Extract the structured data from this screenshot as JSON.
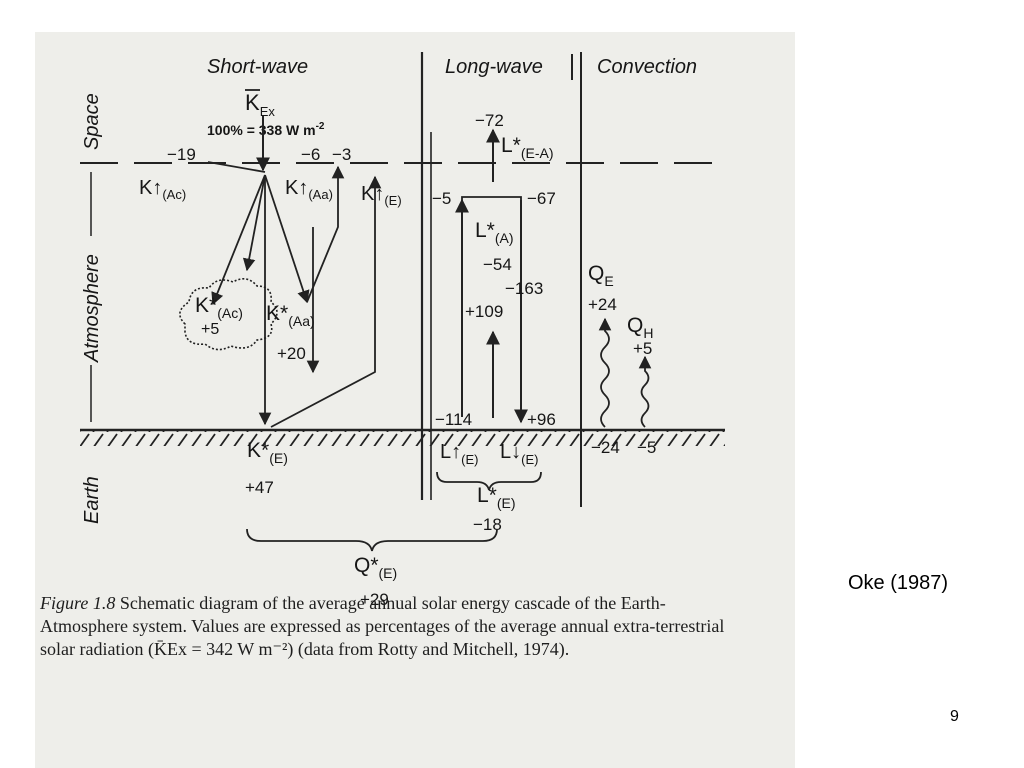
{
  "headers": {
    "shortwave": "Short-wave",
    "longwave": "Long-wave",
    "convection": "Convection"
  },
  "zones": {
    "space": "Space",
    "atmosphere": "Atmosphere",
    "earth": "Earth"
  },
  "incoming": {
    "symbol": "K",
    "subscript": "Ex",
    "definition": "100% = 338 W m",
    "exponent": "-2"
  },
  "shortwave": {
    "k_up_ac": {
      "symbol": "K↑",
      "subscript": "(Ac)",
      "value": "−19"
    },
    "k_up_aa": {
      "symbol": "K↑",
      "subscript": "(Aa)",
      "value": "−6"
    },
    "k_up_e": {
      "symbol": "K↑",
      "subscript": "(E)",
      "value": "−3"
    },
    "k_star_ac": {
      "symbol": "K*",
      "subscript": "(Ac)",
      "value": "+5"
    },
    "k_star_aa": {
      "symbol": "K*",
      "subscript": "(Aa)",
      "value": "+20"
    },
    "k_star_e": {
      "symbol": "K*",
      "subscript": "(E)",
      "value": "+47"
    }
  },
  "longwave": {
    "l_star_ea": {
      "symbol": "L*",
      "subscript": "(E-A)",
      "value": "−72"
    },
    "l_star_a": {
      "symbol": "L*",
      "subscript": "(A)",
      "value": "−54"
    },
    "left_space_value": "−5",
    "right_space_value": "−67",
    "atm_down": "−163",
    "atm_up": "+109",
    "l_up_e": {
      "symbol": "L↑",
      "subscript": "(E)",
      "value": "−114"
    },
    "l_down_e": {
      "symbol": "L↓",
      "subscript": "(E)",
      "value": "+96"
    },
    "l_star_e": {
      "symbol": "L*",
      "subscript": "(E)",
      "value": "−18"
    }
  },
  "convection": {
    "q_e": {
      "symbol": "Q",
      "subscript": "E",
      "value_atm": "+24",
      "value_surface": "−24"
    },
    "q_h": {
      "symbol": "Q",
      "subscript": "H",
      "value_atm": "+5",
      "value_surface": "−5"
    }
  },
  "net": {
    "symbol": "Q*",
    "subscript": "(E)",
    "value": "+29"
  },
  "caption": {
    "figure_label": "Figure 1.8",
    "text": "Schematic diagram of the average annual solar energy cascade of the Earth-Atmosphere system. Values are expressed as percentages of the average annual extra-terrestrial solar radiation (K̄Ex = 342 W m⁻²) (data from Rotty and Mitchell, 1974)."
  },
  "credit": "Oke (1987)",
  "page_number": "9"
}
